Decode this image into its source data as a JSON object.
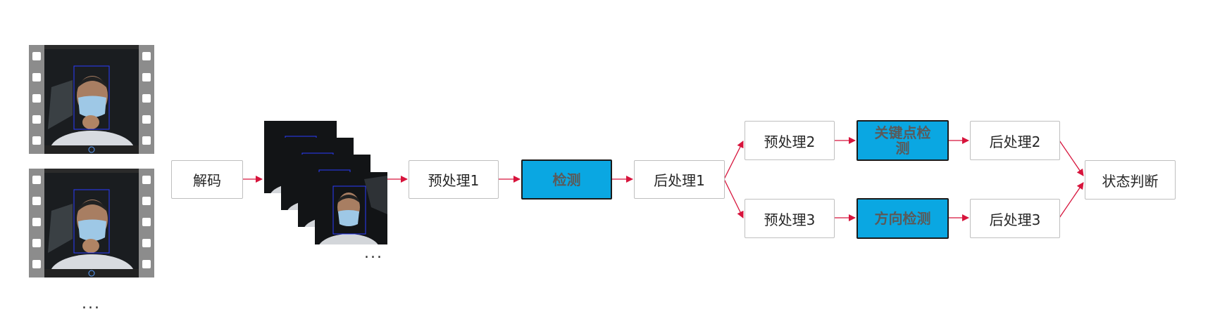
{
  "nodes": {
    "decode": "解码",
    "pre1": "预处理1",
    "detect": "检测",
    "post1": "后处理1",
    "pre2": "预处理2",
    "keypoint": "关键点检测",
    "post2": "后处理2",
    "pre3": "预处理3",
    "direction": "方向检测",
    "post3": "后处理3",
    "state": "状态判断"
  },
  "ellipsis": "...",
  "colors": {
    "highlight": "#0aa7e2",
    "arrow": "#d7143c",
    "border": "#bfbfbf"
  },
  "icons": [
    "video-frame-icon",
    "image-stack-icon"
  ]
}
